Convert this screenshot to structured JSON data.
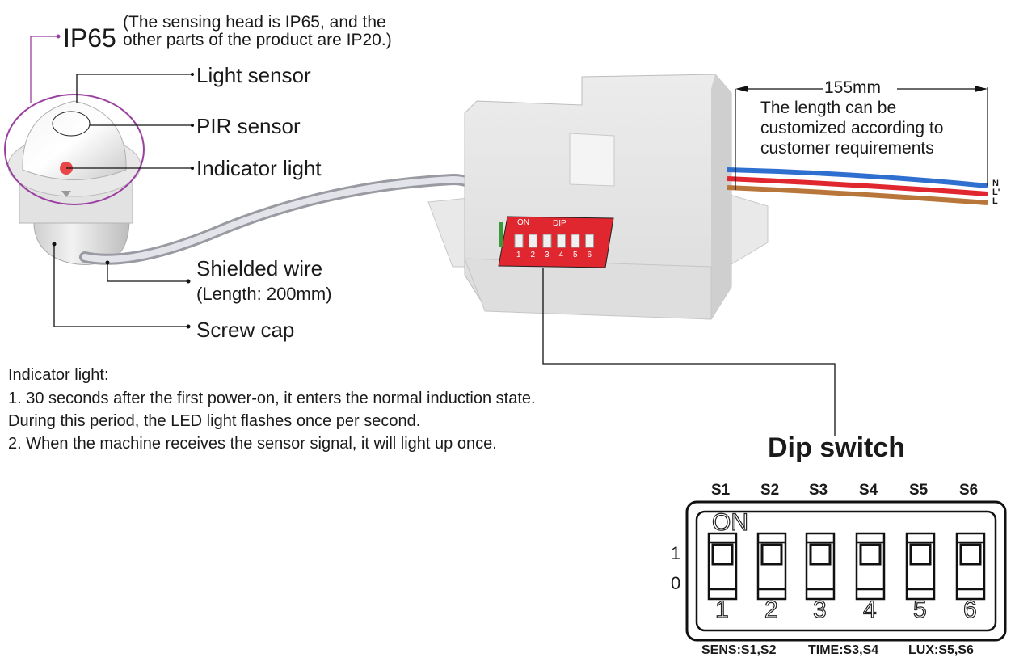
{
  "header": {
    "rating": "IP65",
    "rating_note_line1": "(The sensing head is IP65, and the",
    "rating_note_line2": "other parts of the product are IP20.)"
  },
  "sensor_labels": {
    "light_sensor": "Light sensor",
    "pir_sensor": "PIR sensor",
    "indicator_light": "Indicator light",
    "shielded_wire": "Shielded wire",
    "shielded_wire_length": "(Length: 200mm)",
    "screw_cap": "Screw cap"
  },
  "cable": {
    "length": "155mm",
    "note_lines": [
      "The length can be",
      "customized according to",
      "customer requirements"
    ],
    "wires": [
      {
        "label": "N",
        "color": "#2f6fd0"
      },
      {
        "label": "L'",
        "color": "#e0262e"
      },
      {
        "label": "L",
        "color": "#b8763a"
      }
    ]
  },
  "module": {
    "dip_on_label": "ON",
    "dip_label": "DIP",
    "dip_numbers": [
      "1",
      "2",
      "3",
      "4",
      "5",
      "6"
    ]
  },
  "indicator_notes": {
    "title": "Indicator light:",
    "lines": [
      "1. 30 seconds after the first power-on, it enters the normal induction state.",
      "During this period, the LED light flashes once per second.",
      "2. When the machine receives the sensor signal, it will light up once."
    ]
  },
  "dip_switch": {
    "title": "Dip switch",
    "switch_labels": [
      "S1",
      "S2",
      "S3",
      "S4",
      "S5",
      "S6"
    ],
    "on_label": "ON",
    "position_high": "1",
    "position_low": "0",
    "numbers": [
      "1",
      "2",
      "3",
      "4",
      "5",
      "6"
    ],
    "footer": [
      "SENS:S1,S2",
      "TIME:S3,S4",
      "LUX:S5,S6"
    ]
  },
  "colors": {
    "ip_ring": "#9b3fa0",
    "indicator_led": "#e8474a",
    "dip_red": "#e0262e"
  }
}
